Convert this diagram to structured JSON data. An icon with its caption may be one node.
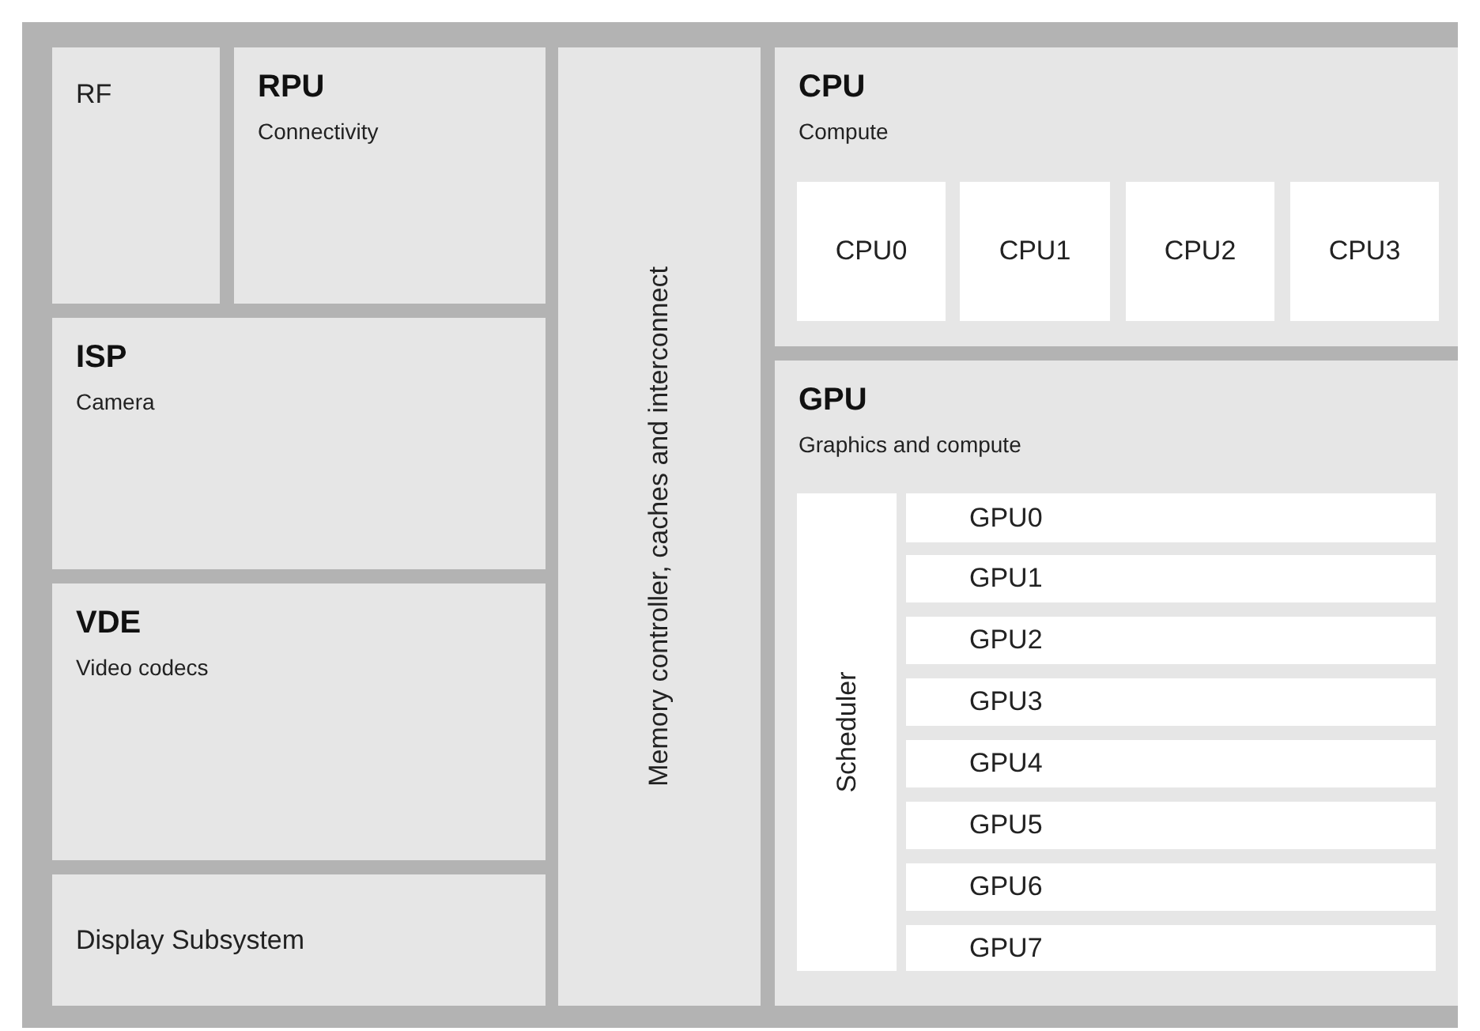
{
  "diagram": {
    "nodes": [
      {
        "text": [
          "RF"
        ]
      },
      {
        "text": [
          "RPU",
          "Connectivity"
        ]
      },
      {
        "text": [
          "ISP",
          "Camera"
        ]
      },
      {
        "text": [
          "VDE",
          "Video codecs"
        ]
      },
      {
        "text": [
          "Display Subsystem"
        ]
      },
      {
        "text": [
          "Memory controller, caches and interconnect"
        ]
      },
      {
        "text": [
          "CPU",
          "Compute"
        ]
      },
      {
        "text": [
          "CPU0"
        ],
        "in": 6
      },
      {
        "text": [
          "CPU1"
        ],
        "in": 6
      },
      {
        "text": [
          "CPU2"
        ],
        "in": 6
      },
      {
        "text": [
          "CPU3"
        ],
        "in": 6
      },
      {
        "text": [
          "GPU",
          "Graphics and compute"
        ]
      },
      {
        "text": [
          "Scheduler"
        ],
        "in": 11
      },
      {
        "text": [
          "GPU0"
        ],
        "in": 11
      },
      {
        "text": [
          "GPU1"
        ],
        "in": 11
      },
      {
        "text": [
          "GPU2"
        ],
        "in": 11
      },
      {
        "text": [
          "GPU3"
        ],
        "in": 11
      },
      {
        "text": [
          "GPU4"
        ],
        "in": 11
      },
      {
        "text": [
          "GPU5"
        ],
        "in": 11
      },
      {
        "text": [
          "GPU6"
        ],
        "in": 11
      },
      {
        "text": [
          "GPU7"
        ],
        "in": 11
      }
    ]
  }
}
